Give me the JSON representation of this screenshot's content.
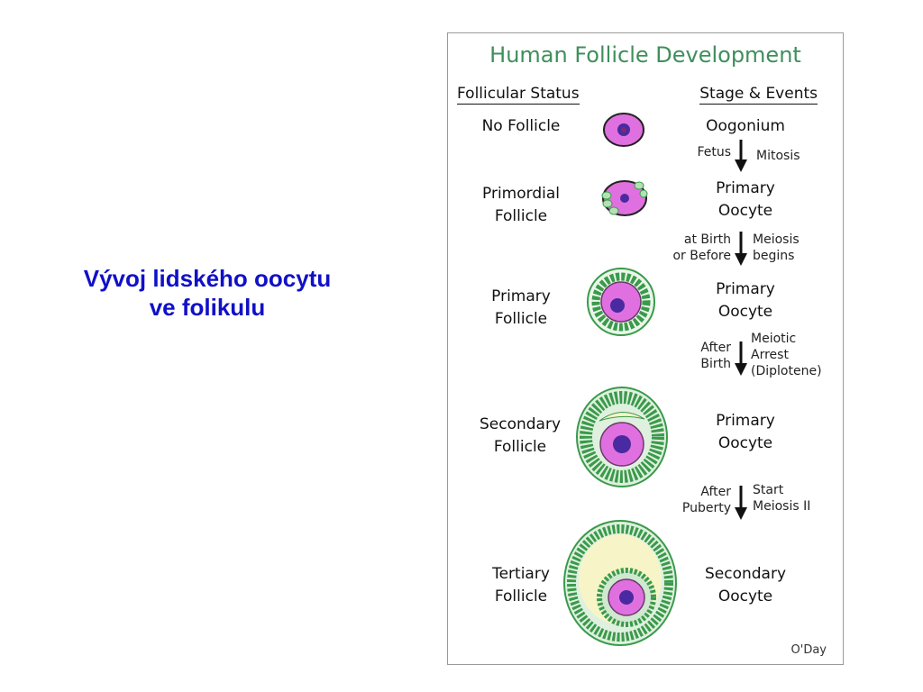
{
  "slide": {
    "title_line1": "Vývoj lidského oocytu",
    "title_line2": "ve folikulu"
  },
  "diagram": {
    "title": "Human Follicle Development",
    "col_left": "Follicular Status",
    "col_right": "Stage & Events",
    "credit": "O'Day",
    "colors": {
      "title": "#3f8f5c",
      "cytoplasm": "#e070e0",
      "nucleus": "#4a2aa0",
      "granulosa": "#3a9a4a",
      "antrum": "#f7f5c8"
    },
    "stages": [
      {
        "follicle": [
          "No Follicle"
        ],
        "cell": [
          "Oogonium"
        ]
      },
      {
        "follicle": [
          "Primordial",
          "Follicle"
        ],
        "cell": [
          "Primary",
          "Oocyte"
        ]
      },
      {
        "follicle": [
          "Primary",
          "Follicle"
        ],
        "cell": [
          "Primary",
          "Oocyte"
        ]
      },
      {
        "follicle": [
          "Secondary",
          "Follicle"
        ],
        "cell": [
          "Primary",
          "Oocyte"
        ]
      },
      {
        "follicle": [
          "Tertiary",
          "Follicle"
        ],
        "cell": [
          "Secondary",
          "Oocyte"
        ]
      }
    ],
    "transitions": [
      {
        "left": [
          "Fetus"
        ],
        "right": [
          "Mitosis"
        ],
        "icon": "arrow-down-icon"
      },
      {
        "left": [
          "at Birth",
          "or Before"
        ],
        "right": [
          "Meiosis",
          "begins"
        ],
        "icon": "arrow-down-icon"
      },
      {
        "left": [
          "After",
          "Birth"
        ],
        "right": [
          "Meiotic",
          "Arrest",
          "(Diplotene)"
        ],
        "icon": "arrow-down-icon"
      },
      {
        "left": [
          "After",
          "Puberty"
        ],
        "right": [
          "Start",
          "Meiosis II"
        ],
        "icon": "arrow-down-icon"
      }
    ]
  }
}
